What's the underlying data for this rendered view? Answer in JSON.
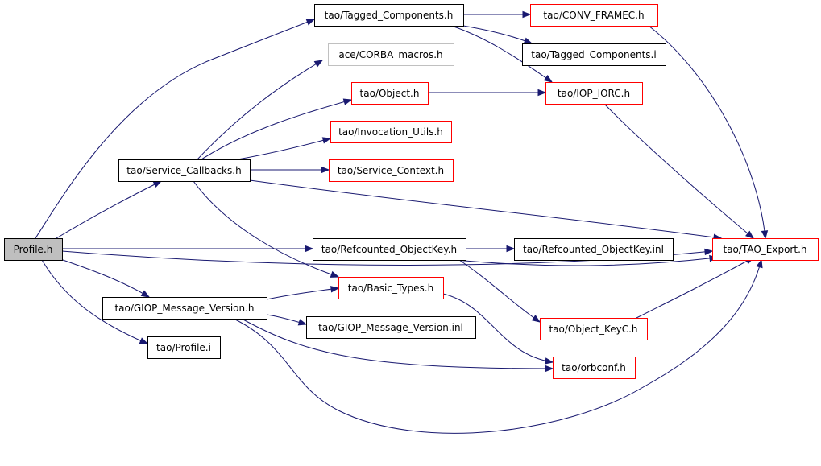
{
  "nodes": [
    {
      "id": "profile",
      "label": "Profile.h",
      "style": "root"
    },
    {
      "id": "tagged",
      "label": "tao/Tagged_Components.h",
      "style": "black"
    },
    {
      "id": "convframe",
      "label": "tao/CONV_FRAMEC.h",
      "style": "red"
    },
    {
      "id": "taggedi",
      "label": "tao/Tagged_Components.i",
      "style": "black"
    },
    {
      "id": "acecorba",
      "label": "ace/CORBA_macros.h",
      "style": "gray"
    },
    {
      "id": "object",
      "label": "tao/Object.h",
      "style": "red"
    },
    {
      "id": "ioporc",
      "label": "tao/IOP_IORC.h",
      "style": "red"
    },
    {
      "id": "invocation",
      "label": "tao/Invocation_Utils.h",
      "style": "red"
    },
    {
      "id": "servicecb",
      "label": "tao/Service_Callbacks.h",
      "style": "black"
    },
    {
      "id": "servicectx",
      "label": "tao/Service_Context.h",
      "style": "red"
    },
    {
      "id": "refcounted",
      "label": "tao/Refcounted_ObjectKey.h",
      "style": "black"
    },
    {
      "id": "refcountedinl",
      "label": "tao/Refcounted_ObjectKey.inl",
      "style": "black"
    },
    {
      "id": "taoexport",
      "label": "tao/TAO_Export.h",
      "style": "red"
    },
    {
      "id": "basictypes",
      "label": "tao/Basic_Types.h",
      "style": "red"
    },
    {
      "id": "giop",
      "label": "tao/GIOP_Message_Version.h",
      "style": "black"
    },
    {
      "id": "giopinl",
      "label": "tao/GIOP_Message_Version.inl",
      "style": "black"
    },
    {
      "id": "objectkeyc",
      "label": "tao/Object_KeyC.h",
      "style": "red"
    },
    {
      "id": "profilei",
      "label": "tao/Profile.i",
      "style": "black"
    },
    {
      "id": "orbconf",
      "label": "tao/orbconf.h",
      "style": "red"
    }
  ],
  "edges": [
    [
      "profile",
      "tagged"
    ],
    [
      "profile",
      "servicecb"
    ],
    [
      "profile",
      "refcounted"
    ],
    [
      "profile",
      "giop"
    ],
    [
      "profile",
      "profilei"
    ],
    [
      "profile",
      "taoexport"
    ],
    [
      "tagged",
      "convframe"
    ],
    [
      "tagged",
      "taggedi"
    ],
    [
      "tagged",
      "ioporc"
    ],
    [
      "convframe",
      "taoexport"
    ],
    [
      "object",
      "ioporc"
    ],
    [
      "ioporc",
      "taoexport"
    ],
    [
      "servicecb",
      "acecorba"
    ],
    [
      "servicecb",
      "object"
    ],
    [
      "servicecb",
      "invocation"
    ],
    [
      "servicecb",
      "servicectx"
    ],
    [
      "servicecb",
      "taoexport"
    ],
    [
      "servicecb",
      "basictypes"
    ],
    [
      "refcounted",
      "refcountedinl"
    ],
    [
      "refcounted",
      "taoexport"
    ],
    [
      "refcounted",
      "objectkeyc"
    ],
    [
      "objectkeyc",
      "taoexport"
    ],
    [
      "giop",
      "basictypes"
    ],
    [
      "giop",
      "giopinl"
    ],
    [
      "giop",
      "orbconf"
    ],
    [
      "giop",
      "taoexport"
    ],
    [
      "basictypes",
      "orbconf"
    ]
  ],
  "colors": {
    "edge": "#191970",
    "root_fill": "#bfbfbf",
    "red_border": "#ff0000",
    "gray_border": "#c0c0c0",
    "black_border": "#000000"
  }
}
